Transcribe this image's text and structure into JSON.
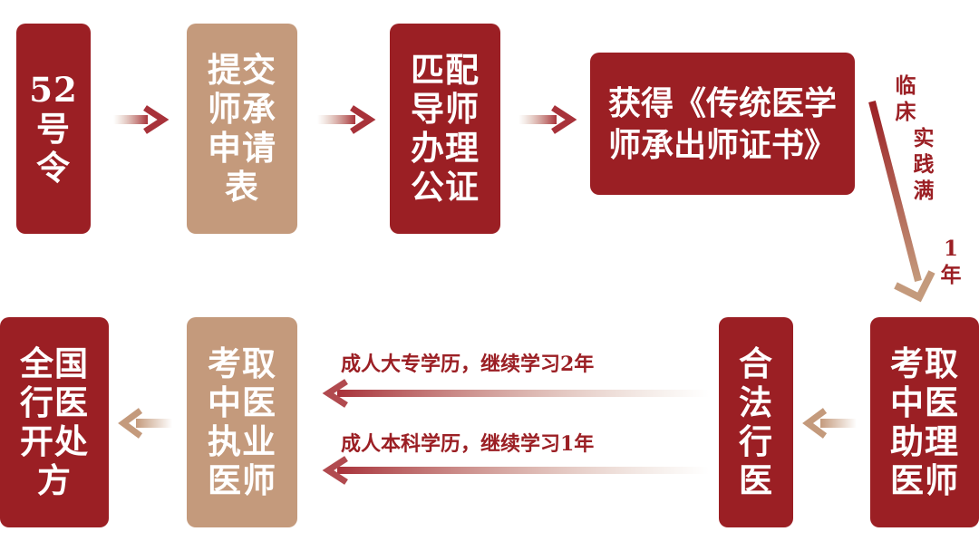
{
  "top_row": {
    "step1": {
      "lines": [
        "52",
        "号",
        "令"
      ]
    },
    "step2": {
      "lines": [
        "提交",
        "师承",
        "申请",
        "表"
      ]
    },
    "step3": {
      "lines": [
        "匹配",
        "导师",
        "办理",
        "公证"
      ]
    },
    "step4": {
      "lines": [
        "获得《传统医学",
        "师承出师证书》"
      ]
    }
  },
  "side_label": {
    "chars": [
      "临",
      "床",
      "实",
      "践",
      "满",
      "1",
      "年"
    ]
  },
  "bottom_row": {
    "step5": {
      "lines": [
        "考取",
        "中医",
        "助理",
        "医师"
      ]
    },
    "step6": {
      "lines": [
        "合",
        "法",
        "行",
        "医"
      ]
    },
    "step7": {
      "lines": [
        "考取",
        "中医",
        "执业",
        "医师"
      ]
    },
    "step8": {
      "lines": [
        "全国",
        "行医",
        "开处",
        "方"
      ]
    }
  },
  "paths": {
    "path1": "成人大专学历，继续学习2年",
    "path2": "成人本科学历，继续学习1年"
  },
  "colors": {
    "primary": "#9b1f24",
    "secondary": "#c49a7c"
  }
}
